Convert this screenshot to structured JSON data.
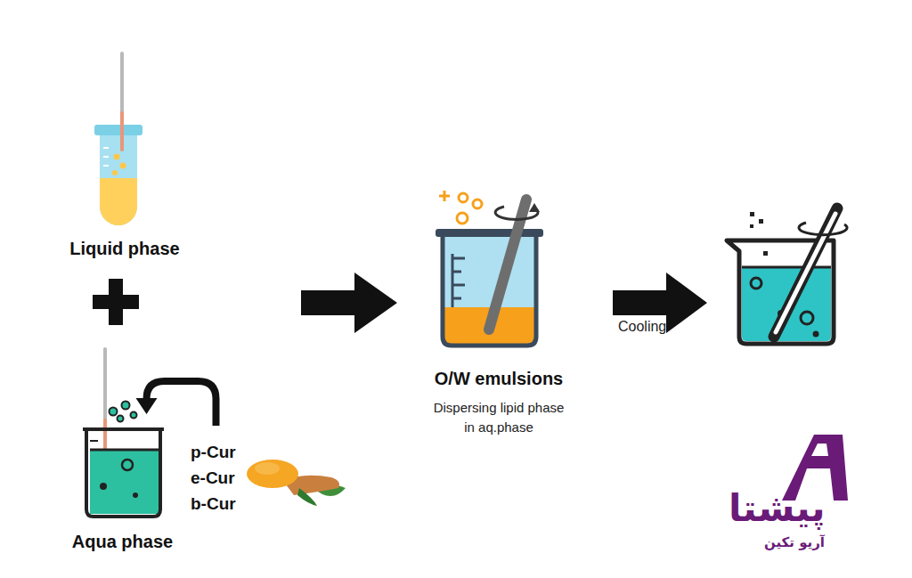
{
  "diagram": {
    "nodes": [
      {
        "text": [
          "Liquid phase"
        ]
      },
      {
        "text": [
          "Aqua phase"
        ]
      },
      {
        "text": [
          "p-Cur",
          "e-Cur",
          "b-Cur"
        ]
      },
      {
        "text": [
          "O/W emulsions",
          "Dispersing lipid phase in aq.phase"
        ]
      }
    ],
    "edges": [
      {
        "from": 2,
        "to": 1,
        "arrow": "to"
      }
    ],
    "labels": [
      "Cooling",
      "پیشتا",
      "آریو تکین"
    ]
  }
}
